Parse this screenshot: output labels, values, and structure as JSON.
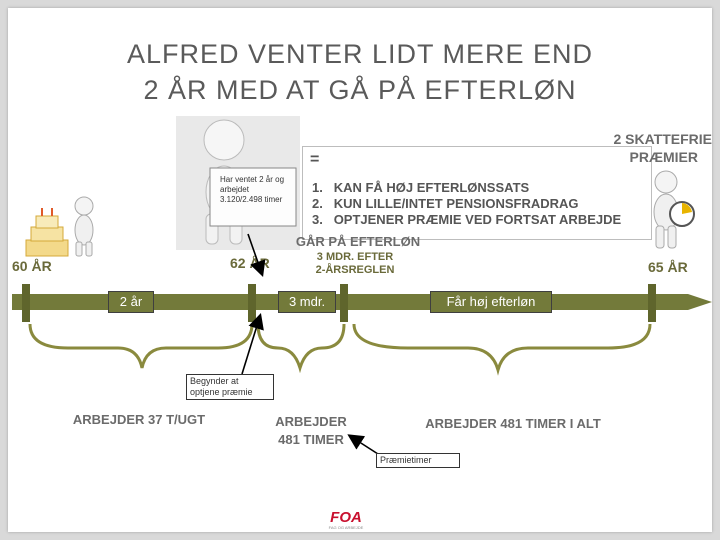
{
  "title": {
    "line1": "ALFRED VENTER LIDT MERE END",
    "line2": "2 ÅR MED AT GÅ PÅ EFTERLØN"
  },
  "figure_note": "Har ventet 2 år og arbejdet 3.120/2.498 timer",
  "benefits": {
    "equals": "=",
    "items": [
      {
        "num": "1.",
        "text": "KAN FÅ HØJ EFTERLØNSSATS"
      },
      {
        "num": "2.",
        "text": "KUN LILLE/INTET PENSIONSFRADRAG"
      },
      {
        "num": "3.",
        "text": "OPTJENER PRÆMIE VED FORTSAT ARBEJDE"
      }
    ]
  },
  "tax_free_premiums": {
    "line1": "2 SKATTEFRIE",
    "line2": "PRÆMIER"
  },
  "goes_on_efterlon": "GÅR PÅ EFTERLØN",
  "ages": {
    "age60": "60 ÅR",
    "age62": "62 ÅR",
    "age65": "65 ÅR"
  },
  "three_months_rule": {
    "line1": "3 MDR. EFTER",
    "line2": "2-ÅRSREGLEN"
  },
  "timeline_labels": {
    "two_years": "2 år",
    "three_months": "3 mdr.",
    "high_efterlon": "Får høj efterløn"
  },
  "start_premium_note": {
    "line1": "Begynder at",
    "line2": "optjene præmie"
  },
  "work_labels": {
    "work37": "ARBEJDER 37 T/UGT",
    "work481_line1": "ARBEJDER",
    "work481_line2": "481 TIMER",
    "work481_total": "ARBEJDER 481 TIMER I ALT"
  },
  "premium_hours_note": "Præmietimer",
  "logo": {
    "text": "FOA",
    "subtext": "FAG OG ARBEJDE"
  },
  "colors": {
    "timeline": "#737a3a",
    "bracket": "#8a8a3e",
    "slide_bg": "#ffffff",
    "outer_bg": "#d9d9d9"
  }
}
